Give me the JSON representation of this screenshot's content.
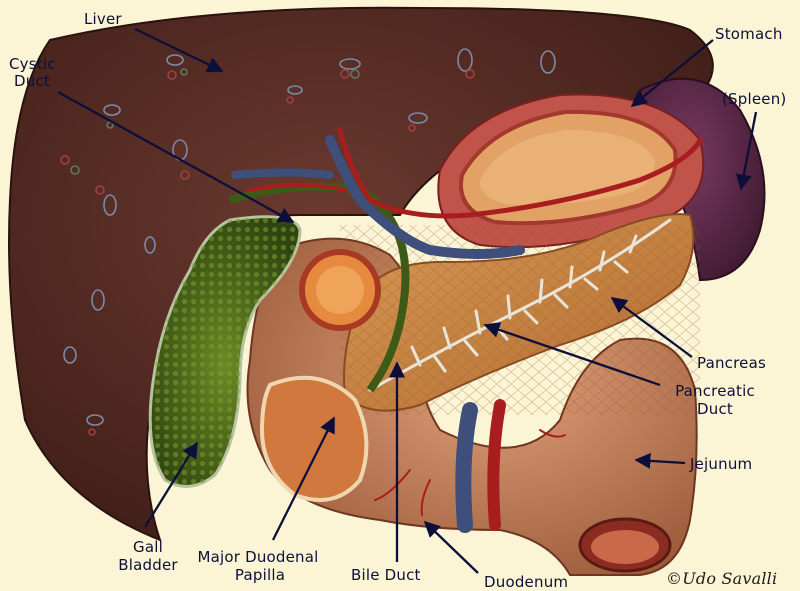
{
  "labels": {
    "liver": "Liver",
    "cystic_duct_1": "Cystic",
    "cystic_duct_2": "Duct",
    "stomach": "Stomach",
    "spleen": "(Spleen)",
    "pancreas": "Pancreas",
    "pancreatic_duct_1": "Pancreatic",
    "pancreatic_duct_2": "Duct",
    "jejunum": "Jejunum",
    "gall_bladder_1": "Gall",
    "gall_bladder_2": "Bladder",
    "papilla_1": "Major  Duodenal",
    "papilla_2": "Papilla",
    "bile_duct": "Bile  Duct",
    "duodenum": "Duodenum"
  },
  "credit": "©Udo Savalli",
  "colors": {
    "background": "#fbf5d6",
    "liver": "#5a2d24",
    "gall_bladder": "#4e6a18",
    "stomach": "#c4574a",
    "spleen": "#5a2a48",
    "pancreas": "#d08a4a",
    "duodenum": "#c98a62",
    "vein_blue": "#3d4f7a",
    "artery_red": "#a81e1e",
    "label_text": "#0d0f3a"
  }
}
